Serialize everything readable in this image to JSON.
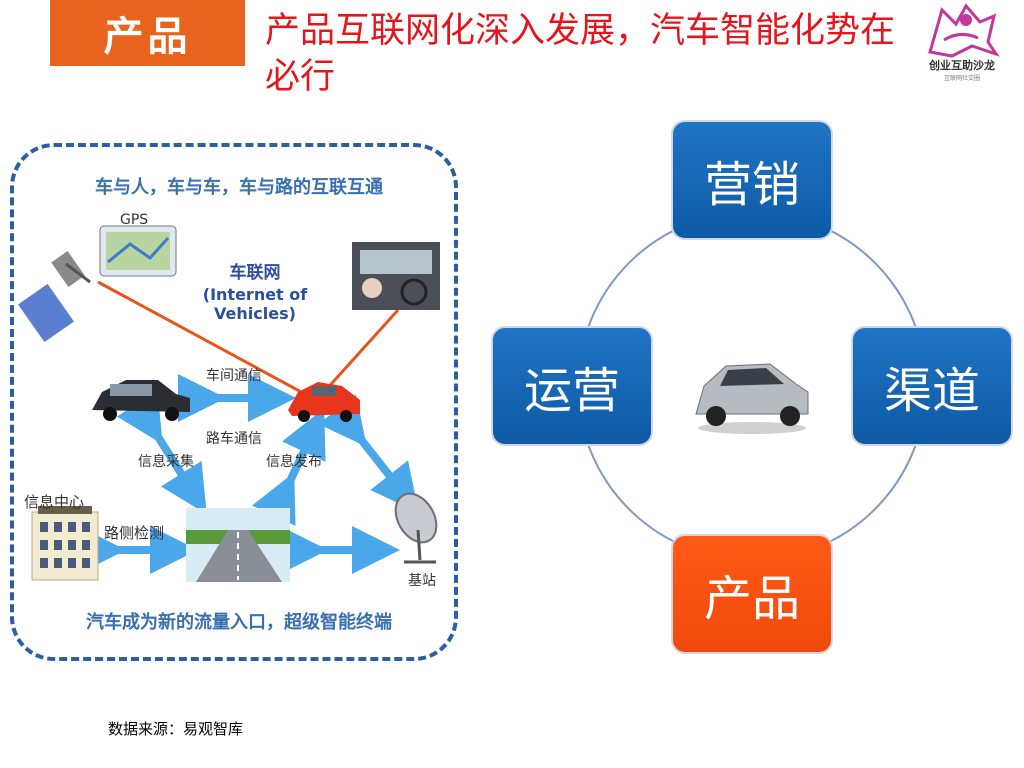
{
  "header": {
    "section_tag": "产品",
    "title": "产品互联网化深入发展，汽车智能化势在必行",
    "logo_text": "创业互助沙龙",
    "logo_subtext": "互联网社交圈"
  },
  "iov_panel": {
    "top_caption": "车与人，车与车，车与路的互联互通",
    "center_cn": "车联网",
    "center_en": "(Internet of Vehicles)",
    "gps_label": "GPS",
    "v2v_label": "车间通信",
    "v2r_label": "路车通信",
    "collect_label": "信息采集",
    "publish_label": "信息发布",
    "info_center_label": "信息中心",
    "roadside_label": "路侧检测",
    "base_station_label": "基站",
    "bottom_caption": "汽车成为新的流量入口，超级智能终端",
    "colors": {
      "frame": "#2b5f9f",
      "arrow": "#4aa8ea",
      "link": "#e8541c"
    }
  },
  "cycle": {
    "nodes": {
      "top": "营销",
      "left": "运营",
      "right": "渠道",
      "bottom": "产品"
    },
    "colors": {
      "blue": "#1369b9",
      "highlight": "#f4520f"
    }
  },
  "footer": {
    "source": "数据来源：易观智库"
  }
}
